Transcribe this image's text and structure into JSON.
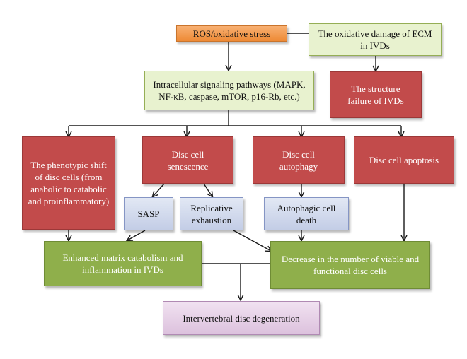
{
  "nodes": {
    "ros": "ROS/oxidative stress",
    "oxidative_damage": "The oxidative damage of ECM in IVDs",
    "signaling": "Intracellular signaling pathways (MAPK, NF-κB, caspase, mTOR, p16-Rb, etc.)",
    "structure_failure": "The structure failure of IVDs",
    "phenotypic_shift": "The phenotypic shift of disc cells (from anabolic to catabolic and proinflammatory)",
    "senescence": "Disc cell senescence",
    "autophagy": "Disc cell autophagy",
    "apoptosis": "Disc cell apoptosis",
    "sasp": "SASP",
    "replicative": "Replicative exhaustion",
    "autophagic_death": "Autophagic cell death",
    "enhanced_catabolism": "Enhanced matrix catabolism and inflammation in IVDs",
    "decrease_cells": "Decrease in the number of viable and functional disc cells",
    "degeneration": "Intervertebral disc degeneration"
  },
  "colors": {
    "orange": "#ee8a35",
    "light_green": "#e8f2cf",
    "red": "#c24b4b",
    "blue": "#c3cde6",
    "green": "#8faf4b",
    "purple": "#dcc1dd",
    "arrow": "#1a1a1a"
  }
}
